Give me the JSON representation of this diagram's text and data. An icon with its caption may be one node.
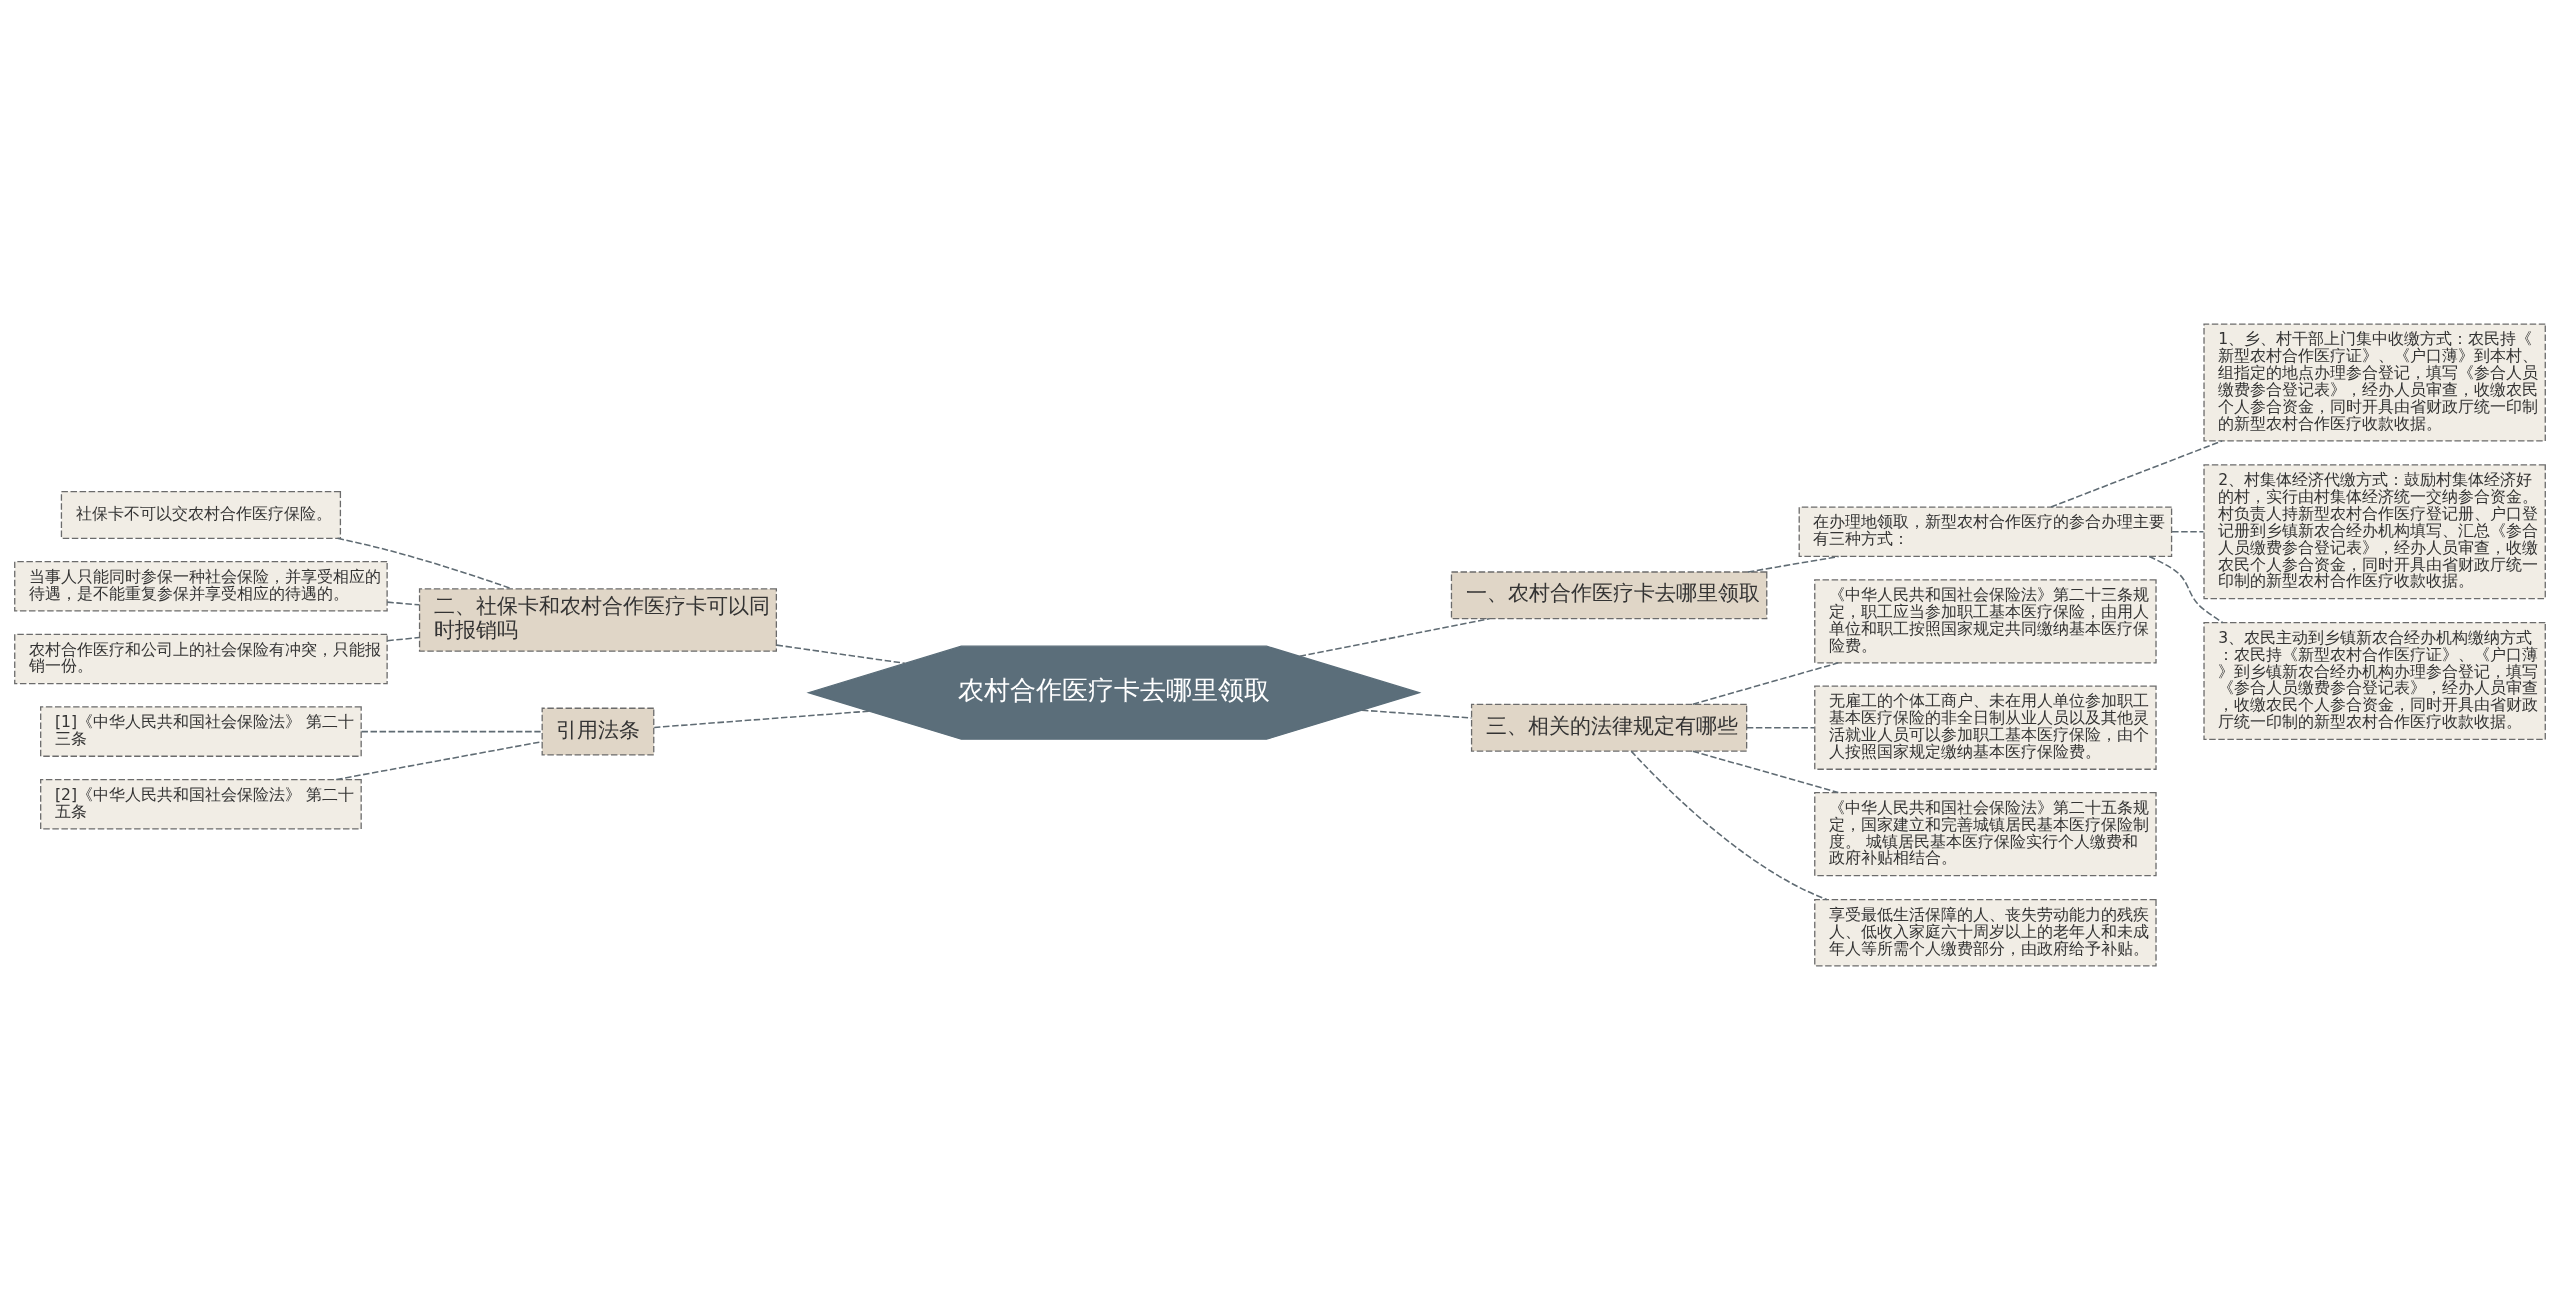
{
  "diagram": {
    "nodes": [
      {
        "text": [
          "农村合作医疗卡去哪里领取"
        ]
      },
      {
        "text": [
          "一、农村合作医疗卡去哪里领取"
        ]
      },
      {
        "text": [
          "在办理地领取，新型农村合作医疗的参合办理主要有三种方式："
        ]
      },
      {
        "text": [
          "1、乡、村干部上门集中收缴方式：农民持《新型农村合作医疗证》、《户口薄》到本村、组指定的地点办理参合登记，填写《参合人员缴费参合登记表》，经办人员审查，收缴农民个人参合资金，同时开具由省财政厅统一印制的新型农村合作医疗收款收据。"
        ]
      },
      {
        "text": [
          "2、村集体经济代缴方式：鼓励村集体经济好的村，实行由村集体经济统一交纳参合资金。村负责人持新型农村合作医疗登记册、户口登记册到乡镇新农合经办机构填写、汇总《参合人员缴费参合登记表》，经办人员审查，收缴农民个人参合资金，同时开具由省财政厅统一印制的新型农村合作医疗收款收据。"
        ]
      },
      {
        "text": [
          "3、农民主动到乡镇新农合经办机构缴纳方式：农民持《新型农村合作医疗证》、《户口薄》到乡镇新农合经办机构办理参合登记，填写《参合人员缴费参合登记表》，经办人员审查，收缴农民个人参合资金，同时开具由省财政厅统一印制的新型农村合作医疗收款收据。"
        ]
      },
      {
        "text": [
          "三、相关的法律规定有哪些"
        ]
      },
      {
        "text": [
          "《中华人民共和国社会保险法》第二十三条规定，职工应当参加职工基本医疗保险，由用人单位和职工按照国家规定共同缴纳基本医疗保险费。"
        ]
      },
      {
        "text": [
          "无雇工的个体工商户、未在用人单位参加职工基本医疗保险的非全日制从业人员以及其他灵活就业人员可以参加职工基本医疗保险，由个人按照国家规定缴纳基本医疗保险费。"
        ]
      },
      {
        "text": [
          "《中华人民共和国社会保险法》第二十五条规定，国家建立和完善城镇居民基本医疗保险制度。 城镇居民基本医疗保险实行个人缴费和政府补贴相结合。"
        ]
      },
      {
        "text": [
          "享受最低生活保障的人、丧失劳动能力的残疾人、低收入家庭六十周岁以上的老年人和未成年人等所需个人缴费部分，由政府给予补贴。"
        ]
      },
      {
        "text": [
          "二、社保卡和农村合作医疗卡可以同时报销吗"
        ]
      },
      {
        "text": [
          "社保卡不可以交农村合作医疗保险。"
        ]
      },
      {
        "text": [
          "当事人只能同时参保一种社会保险，并享受相应的待遇，是不能重复参保并享受相应的待遇的。"
        ]
      },
      {
        "text": [
          "农村合作医疗和公司上的社会保险有冲突，只能报销一份。"
        ]
      },
      {
        "text": [
          "引用法条"
        ]
      },
      {
        "text": [
          "[1]《中华人民共和国社会保险法》 第二十三条"
        ]
      },
      {
        "text": [
          "[2]《中华人民共和国社会保险法》 第二十五条"
        ]
      }
    ],
    "edges": [
      {
        "from": 0,
        "to": 1,
        "arrow": "none"
      },
      {
        "from": 1,
        "to": 2,
        "arrow": "none"
      },
      {
        "from": 2,
        "to": 3,
        "arrow": "none"
      },
      {
        "from": 2,
        "to": 4,
        "arrow": "none"
      },
      {
        "from": 2,
        "to": 5,
        "arrow": "none"
      },
      {
        "from": 0,
        "to": 6,
        "arrow": "none"
      },
      {
        "from": 6,
        "to": 7,
        "arrow": "none"
      },
      {
        "from": 6,
        "to": 8,
        "arrow": "none"
      },
      {
        "from": 6,
        "to": 9,
        "arrow": "none"
      },
      {
        "from": 6,
        "to": 10,
        "arrow": "none"
      },
      {
        "from": 0,
        "to": 11,
        "arrow": "none"
      },
      {
        "from": 11,
        "to": 12,
        "arrow": "none"
      },
      {
        "from": 11,
        "to": 13,
        "arrow": "none"
      },
      {
        "from": 11,
        "to": 14,
        "arrow": "none"
      },
      {
        "from": 0,
        "to": 15,
        "arrow": "none"
      },
      {
        "from": 15,
        "to": 16,
        "arrow": "none"
      },
      {
        "from": 15,
        "to": 17,
        "arrow": "none"
      }
    ]
  }
}
